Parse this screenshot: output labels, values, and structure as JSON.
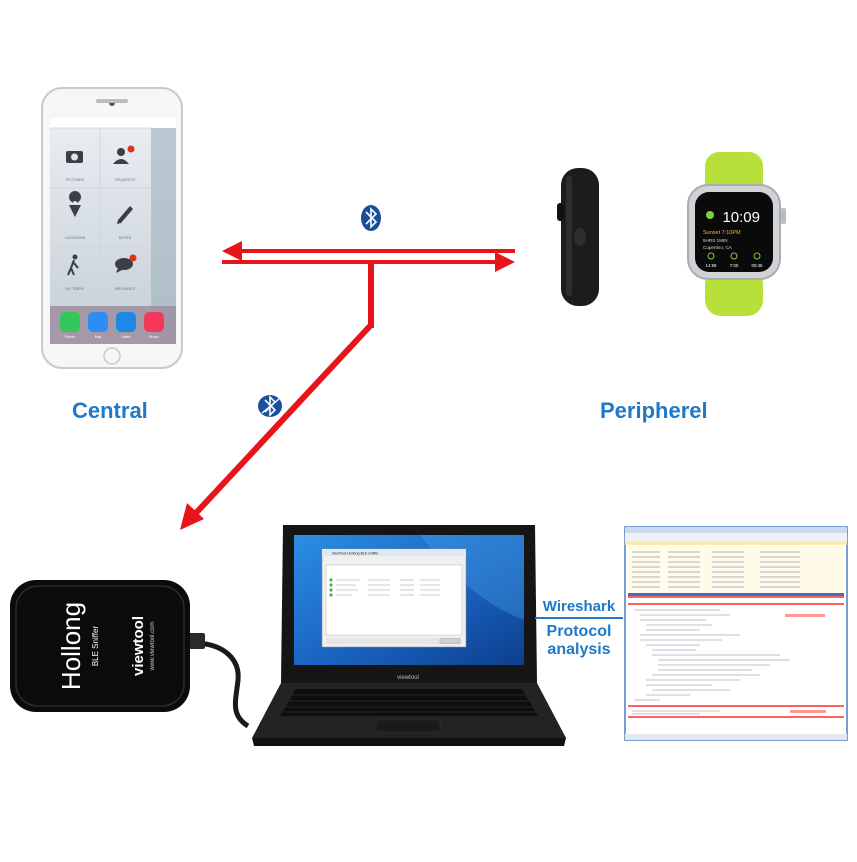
{
  "central": {
    "label": "Central"
  },
  "peripheral": {
    "label": "Peripherel"
  },
  "phone": {
    "apps": [
      {
        "label": "PICTURES",
        "icon": "camera-icon"
      },
      {
        "label": "REQUESTS",
        "icon": "users-icon"
      },
      {
        "label": "LOCATIONS",
        "icon": "map-pin-icon"
      },
      {
        "label": "NOTES",
        "icon": "pencil-icon"
      },
      {
        "label": "MY TREKS",
        "icon": "hiker-icon"
      },
      {
        "label": "MESSAGES",
        "icon": "chat-icon"
      }
    ],
    "dock": [
      {
        "label": "Phone",
        "color": "#34c759"
      },
      {
        "label": "Mail",
        "color": "#2f8cf4"
      },
      {
        "label": "Safari",
        "color": "#1e88e5"
      },
      {
        "label": "Music",
        "color": "#f4385a"
      }
    ]
  },
  "watch": {
    "time": "10:09",
    "event": "Sunset 7:10PM",
    "sub1": "5HRS 1MIN",
    "sub2": "Cupertino, CA",
    "complications": [
      "14:59",
      "7:00",
      "00:46"
    ],
    "band_color": "#b7e13a"
  },
  "sniffer": {
    "brand": "Hollong",
    "model": "BLE Sniffer",
    "maker": "viewtool",
    "website": "www.viewtool.com"
  },
  "laptop": {
    "brand": "viewtool"
  },
  "software_window": {
    "title": "ViewTool Hollong BLE Sniffer"
  },
  "wireshark": {
    "line1": "Wireshark",
    "line2": "Protocol",
    "line3": "analysis"
  },
  "colors": {
    "arrow": "#e8141b",
    "label_blue": "#1f78c8",
    "bt_badge": "#1a4f9c",
    "highlight": "#ff0000"
  }
}
